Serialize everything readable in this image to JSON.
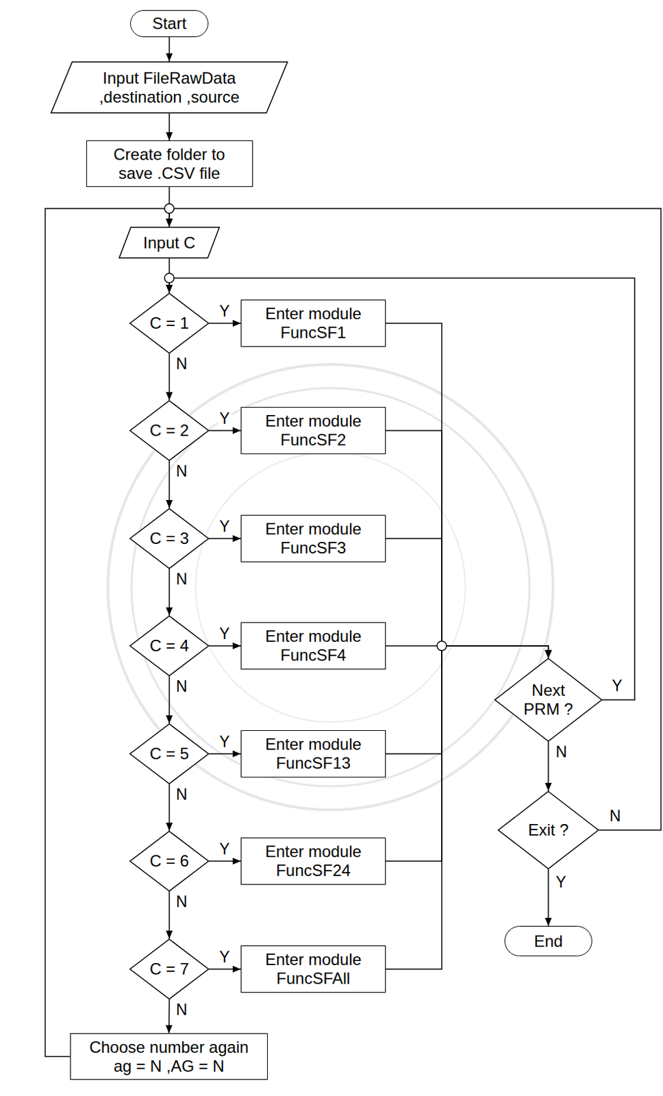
{
  "diagram": {
    "nodes": [
      {
        "text": [
          "Start"
        ]
      },
      {
        "text": [
          "Input FileRawData ,destination ,source"
        ]
      },
      {
        "text": [
          "Create folder to save .CSV file"
        ]
      },
      {
        "text": [
          "Input C"
        ]
      },
      {
        "text": [
          "C = 1"
        ]
      },
      {
        "text": [
          "Enter module FuncSF1"
        ]
      },
      {
        "text": [
          "C = 2"
        ]
      },
      {
        "text": [
          "Enter module FuncSF2"
        ]
      },
      {
        "text": [
          "C = 3"
        ]
      },
      {
        "text": [
          "Enter module FuncSF3"
        ]
      },
      {
        "text": [
          "C = 4"
        ]
      },
      {
        "text": [
          "Enter module FuncSF4"
        ]
      },
      {
        "text": [
          "C = 5"
        ]
      },
      {
        "text": [
          "Enter module FuncSF13"
        ]
      },
      {
        "text": [
          "C = 6"
        ]
      },
      {
        "text": [
          "Enter module FuncSF24"
        ]
      },
      {
        "text": [
          "C = 7"
        ]
      },
      {
        "text": [
          "Enter module FuncSFAll"
        ]
      },
      {
        "text": [
          "Choose number again ag = N ,AG = N"
        ]
      },
      {
        "text": [
          "Next PRM ?"
        ]
      },
      {
        "text": [
          "Exit ?"
        ]
      },
      {
        "text": [
          "End"
        ]
      }
    ],
    "edges": [
      {
        "from": 0,
        "to": 1,
        "arrow": "to"
      },
      {
        "from": 1,
        "to": 2,
        "arrow": "to"
      },
      {
        "from": 2,
        "to": 3,
        "arrow": "to"
      },
      {
        "from": 3,
        "to": 4,
        "arrow": "to"
      },
      {
        "from": 4,
        "to": 5,
        "label": "Y",
        "arrow": "to"
      },
      {
        "from": 4,
        "to": 6,
        "label": "N",
        "arrow": "to"
      },
      {
        "from": 6,
        "to": 7,
        "label": "Y",
        "arrow": "to"
      },
      {
        "from": 6,
        "to": 8,
        "label": "N",
        "arrow": "to"
      },
      {
        "from": 8,
        "to": 9,
        "label": "Y",
        "arrow": "to"
      },
      {
        "from": 8,
        "to": 10,
        "label": "N",
        "arrow": "to"
      },
      {
        "from": 10,
        "to": 11,
        "label": "Y",
        "arrow": "to"
      },
      {
        "from": 10,
        "to": 12,
        "label": "N",
        "arrow": "to"
      },
      {
        "from": 12,
        "to": 13,
        "label": "Y",
        "arrow": "to"
      },
      {
        "from": 12,
        "to": 14,
        "label": "N",
        "arrow": "to"
      },
      {
        "from": 14,
        "to": 15,
        "label": "Y",
        "arrow": "to"
      },
      {
        "from": 14,
        "to": 16,
        "label": "N",
        "arrow": "to"
      },
      {
        "from": 16,
        "to": 17,
        "label": "Y",
        "arrow": "to"
      },
      {
        "from": 16,
        "to": 18,
        "label": "N",
        "arrow": "to"
      },
      {
        "from": 18,
        "to": 3,
        "arrow": "to"
      },
      {
        "from": 5,
        "to": 19,
        "arrow": "to"
      },
      {
        "from": 7,
        "to": 19,
        "arrow": "to"
      },
      {
        "from": 9,
        "to": 19,
        "arrow": "to"
      },
      {
        "from": 11,
        "to": 19,
        "arrow": "to"
      },
      {
        "from": 13,
        "to": 19,
        "arrow": "to"
      },
      {
        "from": 15,
        "to": 19,
        "arrow": "to"
      },
      {
        "from": 17,
        "to": 19,
        "arrow": "to"
      },
      {
        "from": 19,
        "to": 4,
        "label": "Y",
        "arrow": "to"
      },
      {
        "from": 19,
        "to": 20,
        "label": "N",
        "arrow": "to"
      },
      {
        "from": 20,
        "to": 3,
        "label": "N",
        "arrow": "to"
      },
      {
        "from": 20,
        "to": 21,
        "label": "Y",
        "arrow": "to"
      }
    ]
  }
}
